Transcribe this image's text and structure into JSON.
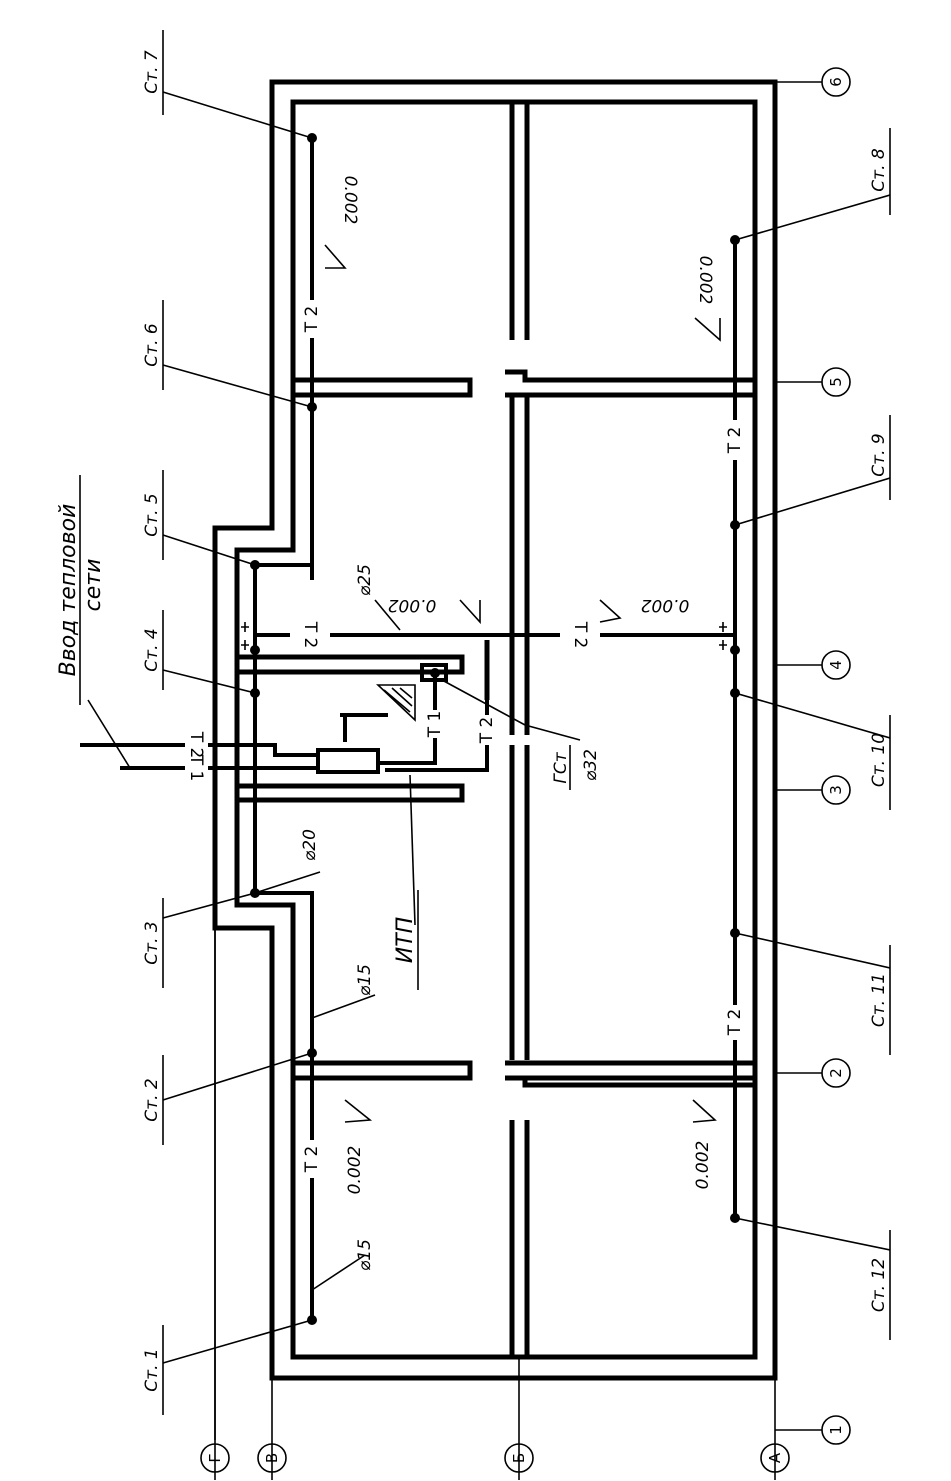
{
  "title_lines": [
    "Ввод тепловой",
    "сети"
  ],
  "itp_label": "ИТП",
  "gst_label": "ГСт",
  "risers": [
    "Ст. 1",
    "Ст. 2",
    "Ст. 3",
    "Ст. 4",
    "Ст. 5",
    "Ст. 6",
    "Ст. 7",
    "Ст. 8",
    "Ст. 9",
    "Ст. 10",
    "Ст. 11",
    "Ст. 12"
  ],
  "axes_numbers": [
    "1",
    "2",
    "3",
    "4",
    "5",
    "6"
  ],
  "axes_letters": [
    "А",
    "Б",
    "В",
    "Г"
  ],
  "pipe_codes": {
    "return": "Т 2",
    "supply": "Т 1"
  },
  "entry_codes": [
    "Т 2",
    "Т 1"
  ],
  "slope": "0.002",
  "diameters": {
    "d15a": "⌀15",
    "d15b": "⌀15",
    "d20": "⌀20",
    "d25": "⌀25",
    "d32": "⌀32"
  }
}
